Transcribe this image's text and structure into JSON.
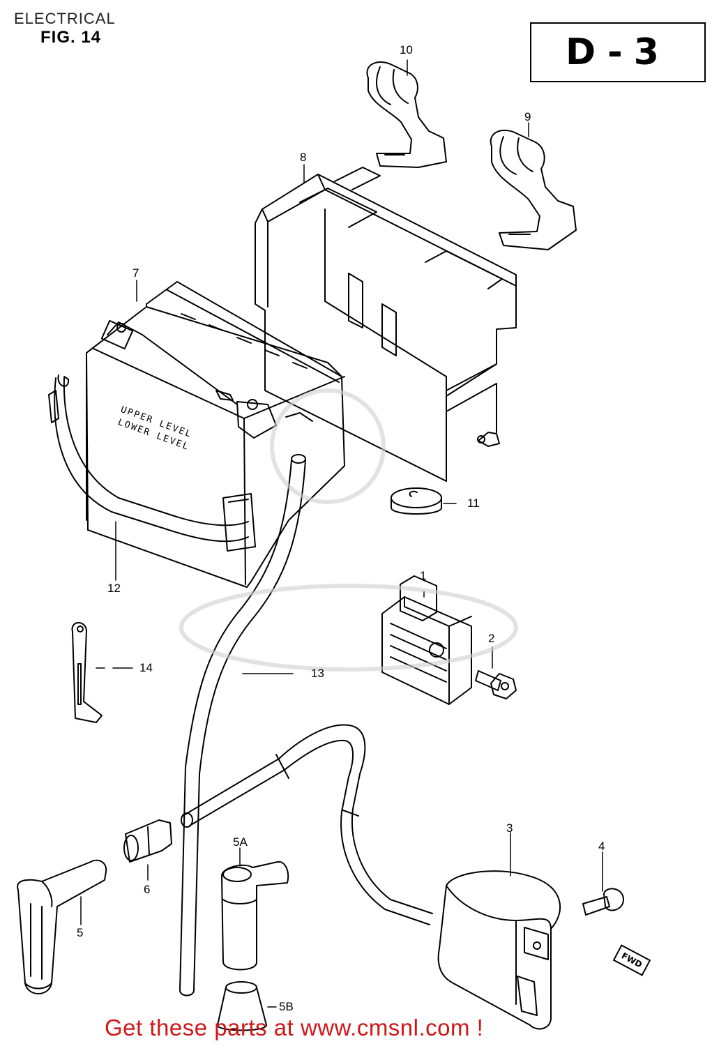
{
  "header": {
    "title": "ELECTRICAL",
    "figure": "FIG. 14",
    "section_code": "D-3"
  },
  "battery_markings": {
    "upper": "UPPER LEVEL",
    "lower": "LOWER LEVEL"
  },
  "direction_badge": "FWD",
  "callouts": [
    "1",
    "2",
    "3",
    "4",
    "5",
    "5A",
    "5B",
    "6",
    "7",
    "8",
    "9",
    "10",
    "11",
    "12",
    "13",
    "14"
  ],
  "footer": {
    "link_text": "Get these parts at www.cmsnl.com !",
    "color": "#d21616"
  }
}
